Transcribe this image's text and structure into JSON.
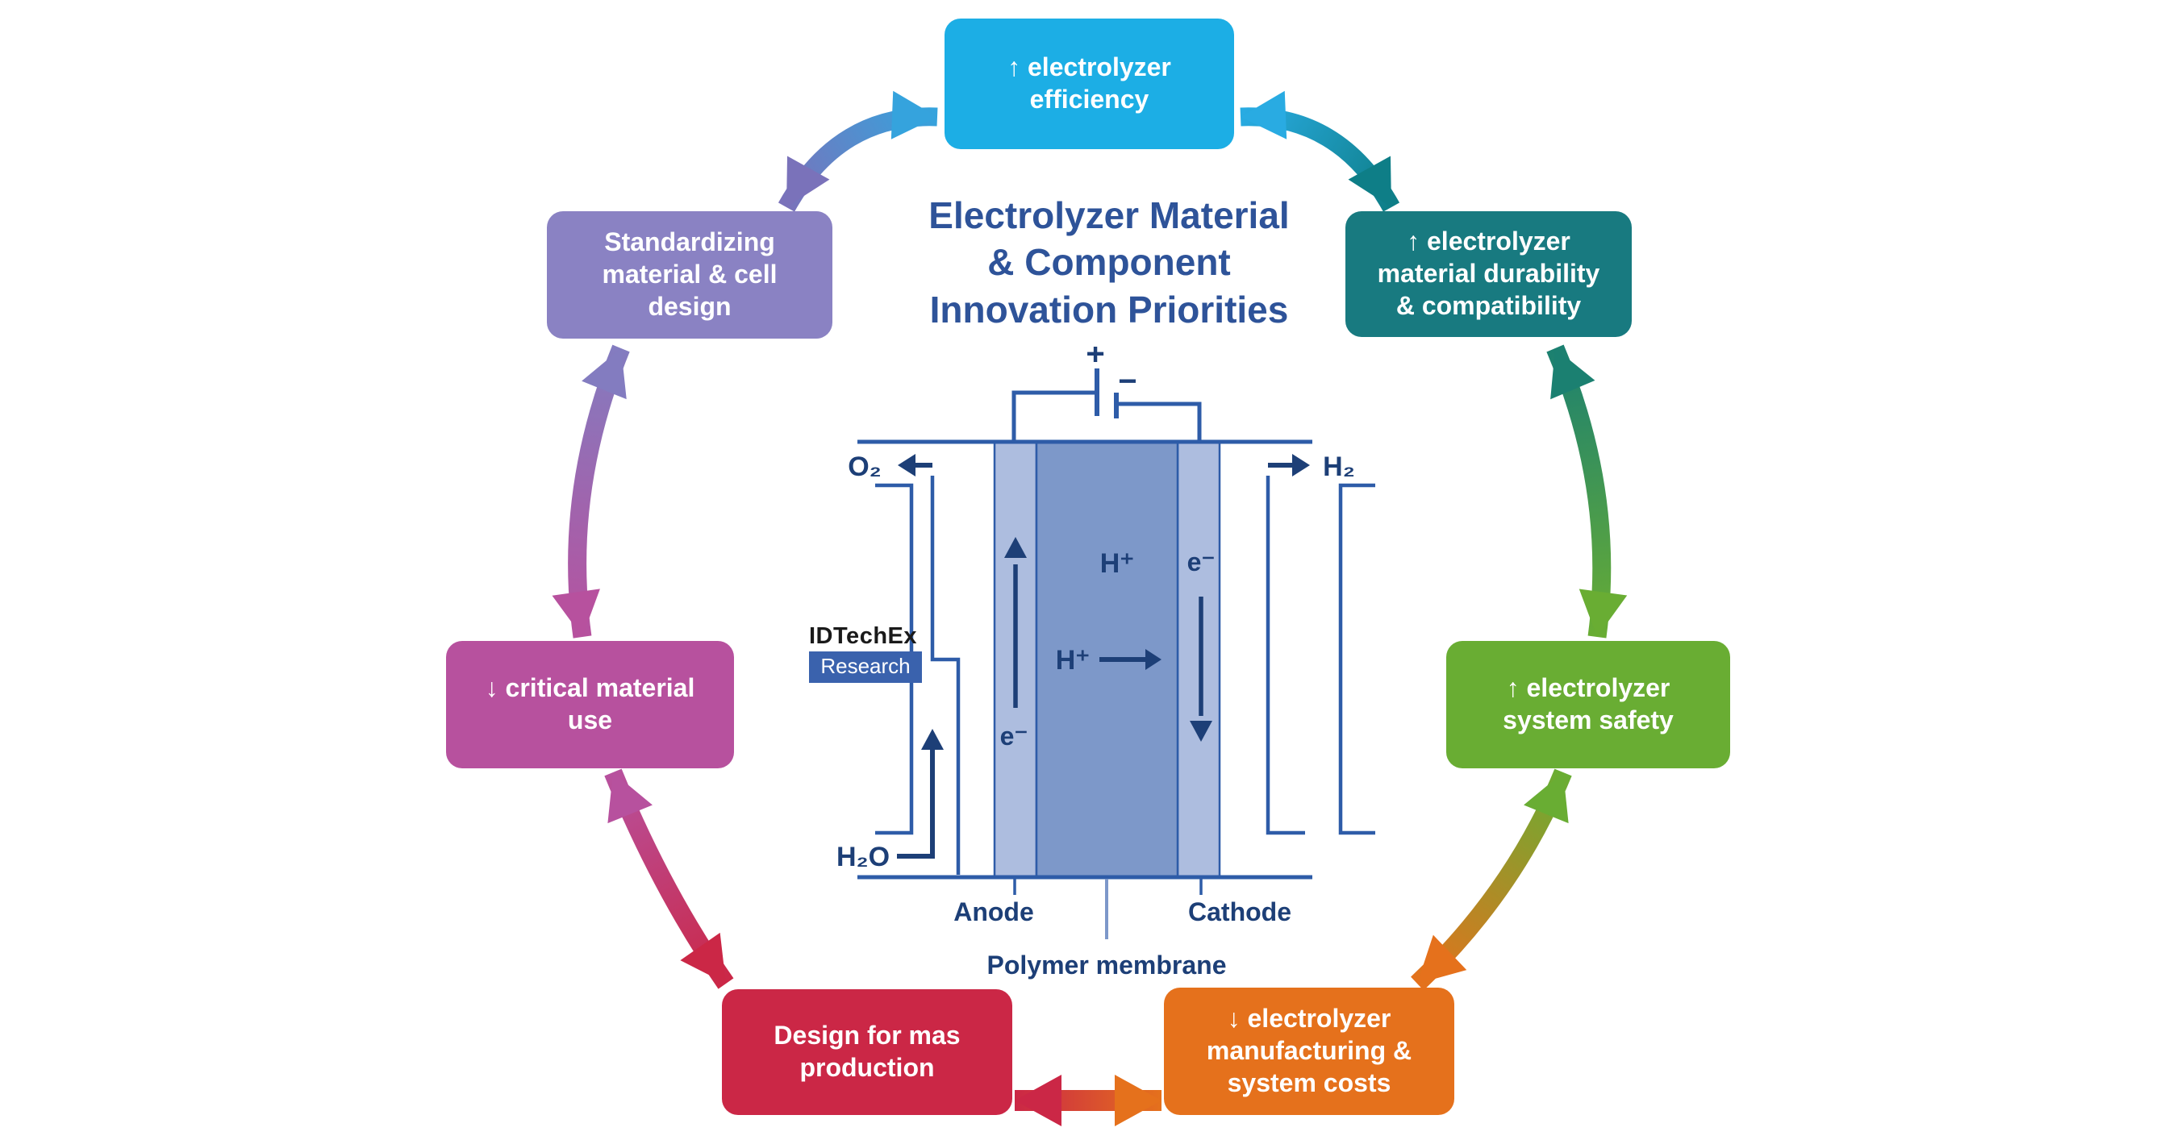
{
  "title": "Electrolyzer Material\n& Component\nInnovation Priorities",
  "boxes": [
    {
      "id": "efficiency",
      "label": "↑ electrolyzer\nefficiency",
      "color": "#1caee5"
    },
    {
      "id": "standardizing",
      "label": "Standardizing\nmaterial & cell\ndesign",
      "color": "#8a82c3"
    },
    {
      "id": "durability",
      "label": "↑ electrolyzer\nmaterial durability\n& compatibility",
      "color": "#187a80"
    },
    {
      "id": "critical-material",
      "label": "↓ critical material\nuse",
      "color": "#b7519e"
    },
    {
      "id": "system-safety",
      "label": "↑ electrolyzer\nsystem safety",
      "color": "#69ad33"
    },
    {
      "id": "mass-production",
      "label": "Design for mas\nproduction",
      "color": "#cb2746"
    },
    {
      "id": "manufacturing-costs",
      "label": "↓ electrolyzer\nmanufacturing &\nsystem costs",
      "color": "#e5711c"
    }
  ],
  "diagram": {
    "battery_plus": "+",
    "battery_minus": "−",
    "oxygen": "O₂",
    "hydrogen": "H₂",
    "water": "H₂O",
    "proton_upper": "H⁺",
    "proton_lower": "H⁺",
    "electron_left": "e⁻",
    "electron_right": "e⁻",
    "anode": "Anode",
    "cathode": "Cathode",
    "membrane": "Polymer membrane"
  },
  "logo": {
    "name": "IDTechEx",
    "sub": "Research"
  },
  "colors": {
    "background": "#ffffff",
    "title_text": "#2e5399",
    "box_text": "#ffffff",
    "cyan": "#1caee5",
    "purple": "#8a82c3",
    "teal": "#187a80",
    "magenta": "#b7519e",
    "green": "#69ad33",
    "red": "#cb2746",
    "orange": "#e5711c",
    "diagram_line": "#2e5ca8",
    "diagram_navy": "#1d3f77",
    "membrane_fill": "#7d98c9",
    "electrode_fill": "#adbddf",
    "logo_blue": "#3a62ad",
    "logo_text": "#1a1a1a"
  },
  "arrows": {
    "a1": {
      "from": "#7a72ba",
      "to": "#35a3dd"
    },
    "a2": {
      "from": "#29abe2",
      "to": "#0e7e87"
    },
    "a3": {
      "from": "#1b8071",
      "to": "#69ad33"
    },
    "a4": {
      "from": "#69ad33",
      "to": "#e5711c"
    },
    "a5": {
      "from": "#e5711c",
      "to": "#cb2746"
    },
    "a6": {
      "from": "#cb2746",
      "to": "#b7519e"
    },
    "a7": {
      "from": "#b7519e",
      "to": "#837cc0"
    }
  }
}
